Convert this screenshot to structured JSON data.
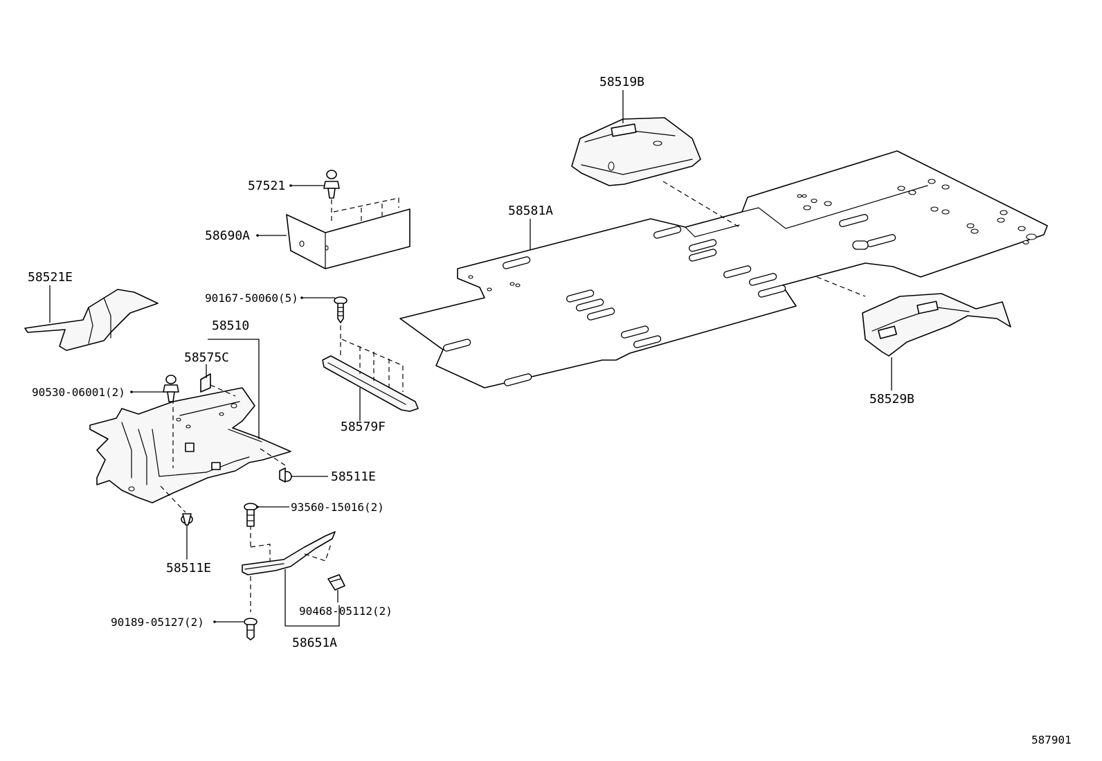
{
  "labels": {
    "p58519B": "58519B",
    "p57521": "57521",
    "p58690A": "58690A",
    "p58581A": "58581A",
    "p58521E": "58521E",
    "p90167": "90167-50060(5)",
    "p58510": "58510",
    "p58575C": "58575C",
    "p90530": "90530-06001(2)",
    "p58579F": "58579F",
    "p58529B": "58529B",
    "p58511E_a": "58511E",
    "p93560": "93560-15016(2)",
    "p58511E_b": "58511E",
    "p90468": "90468-05112(2)",
    "p90189": "90189-05127(2)",
    "p58651A": "58651A"
  },
  "reference_code": "587901"
}
